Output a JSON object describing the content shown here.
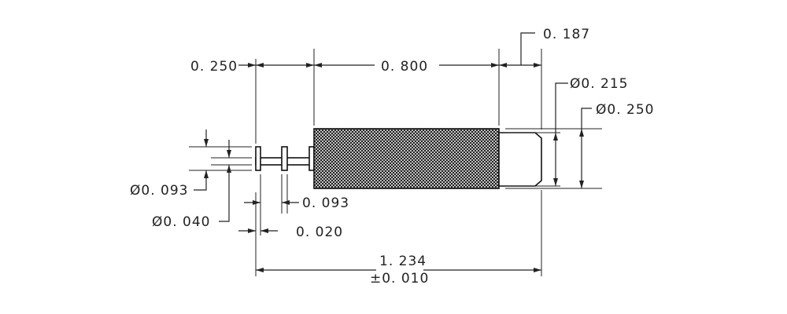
{
  "dimensions": {
    "d_0187": "0. 187",
    "d_0250_len": "0. 250",
    "d_0800": "0. 800",
    "d_dia0215": "Ø0. 215",
    "d_dia0250": "Ø0. 250",
    "d_dia0093": "Ø0. 093",
    "d_dia0040": "Ø0. 040",
    "d_0093": "0. 093",
    "d_0020": "0. 020",
    "d_overall": "1. 234",
    "d_tol": "±0. 010"
  }
}
